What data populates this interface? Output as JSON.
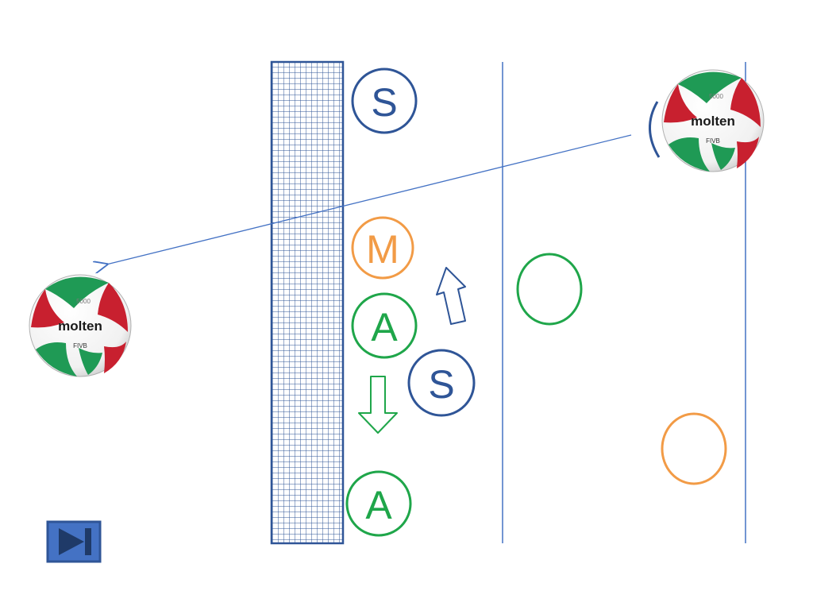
{
  "colors": {
    "setter": "#2f5597",
    "middle": "#f29b46",
    "attacker": "#1fa64a",
    "net": "#2f5597",
    "court_line": "#4472c4",
    "trajectory": "#4472c4",
    "button_fill": "#4472c4",
    "button_border": "#2f5597"
  },
  "players": {
    "setter_front": {
      "label": "S",
      "role": "setter"
    },
    "middle": {
      "label": "M",
      "role": "middle"
    },
    "attacker_mid": {
      "label": "A",
      "role": "attacker"
    },
    "setter_back": {
      "label": "S",
      "role": "setter"
    },
    "attacker_bottom": {
      "label": "A",
      "role": "attacker"
    }
  },
  "balls": {
    "brand": "molten",
    "model": "5000",
    "badge": "FIVB"
  },
  "controls": {
    "next_icon": "skip-next-icon"
  }
}
